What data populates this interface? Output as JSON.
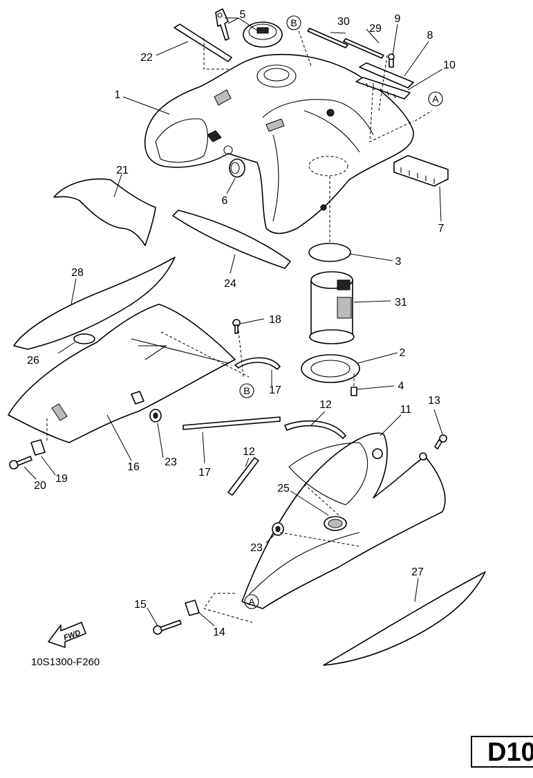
{
  "diagram": {
    "part_numbers": [
      "1",
      "2",
      "3",
      "4",
      "5",
      "6",
      "7",
      "8",
      "9",
      "10",
      "11",
      "12",
      "12",
      "13",
      "14",
      "15",
      "16",
      "17",
      "17",
      "18",
      "19",
      "20",
      "21",
      "22",
      "23",
      "23",
      "24",
      "25",
      "26",
      "27",
      "28",
      "29",
      "30",
      "31"
    ],
    "reference_markers": [
      "A",
      "A",
      "B",
      "B"
    ],
    "fwd_label": "FWD",
    "drawing_code": "10S1300-F260",
    "page_badge": "D10"
  }
}
